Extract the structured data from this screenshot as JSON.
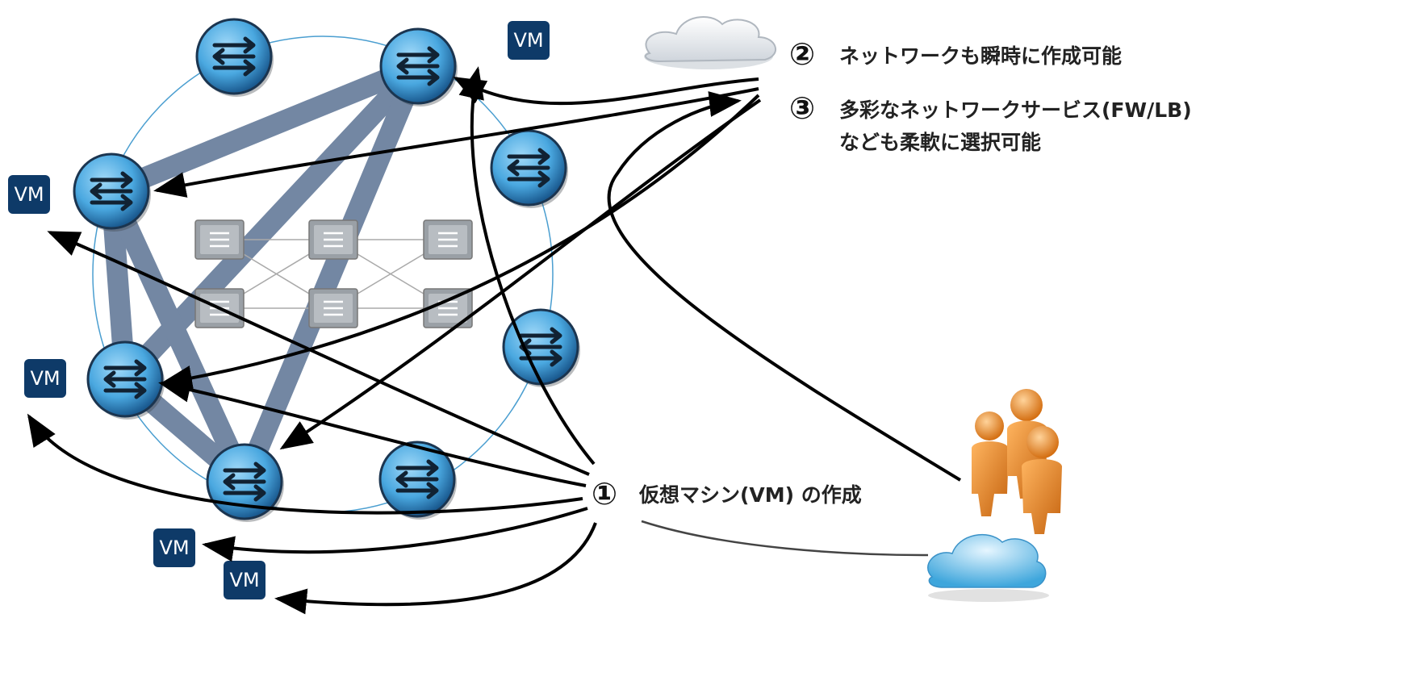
{
  "vms": [
    {
      "label": "VM"
    },
    {
      "label": "VM"
    },
    {
      "label": "VM"
    },
    {
      "label": "VM"
    },
    {
      "label": "VM"
    }
  ],
  "steps": {
    "step1": {
      "number": "①",
      "text": "仮想マシン(VM) の作成"
    },
    "step2": {
      "number": "②",
      "text": "ネットワークも瞬時に作成可能"
    },
    "step3": {
      "number": "③",
      "line1": "多彩なネットワークサービス(FW/LB)",
      "line2": "なども柔軟に選択可能"
    }
  },
  "colors": {
    "vm_box": "#0e3a68",
    "router_fill": "#4aa8e0",
    "router_dark": "#1a5a90",
    "link_band": "#5b7394",
    "ring": "#4a9ed0",
    "people": "#e8892a",
    "cloud_blue": "#7cc4ec",
    "cloud_gray": "#dde1e6",
    "arrow": "#000000"
  },
  "icons": [
    "router-icon",
    "switch-icon",
    "cloud-icon",
    "people-icon"
  ]
}
